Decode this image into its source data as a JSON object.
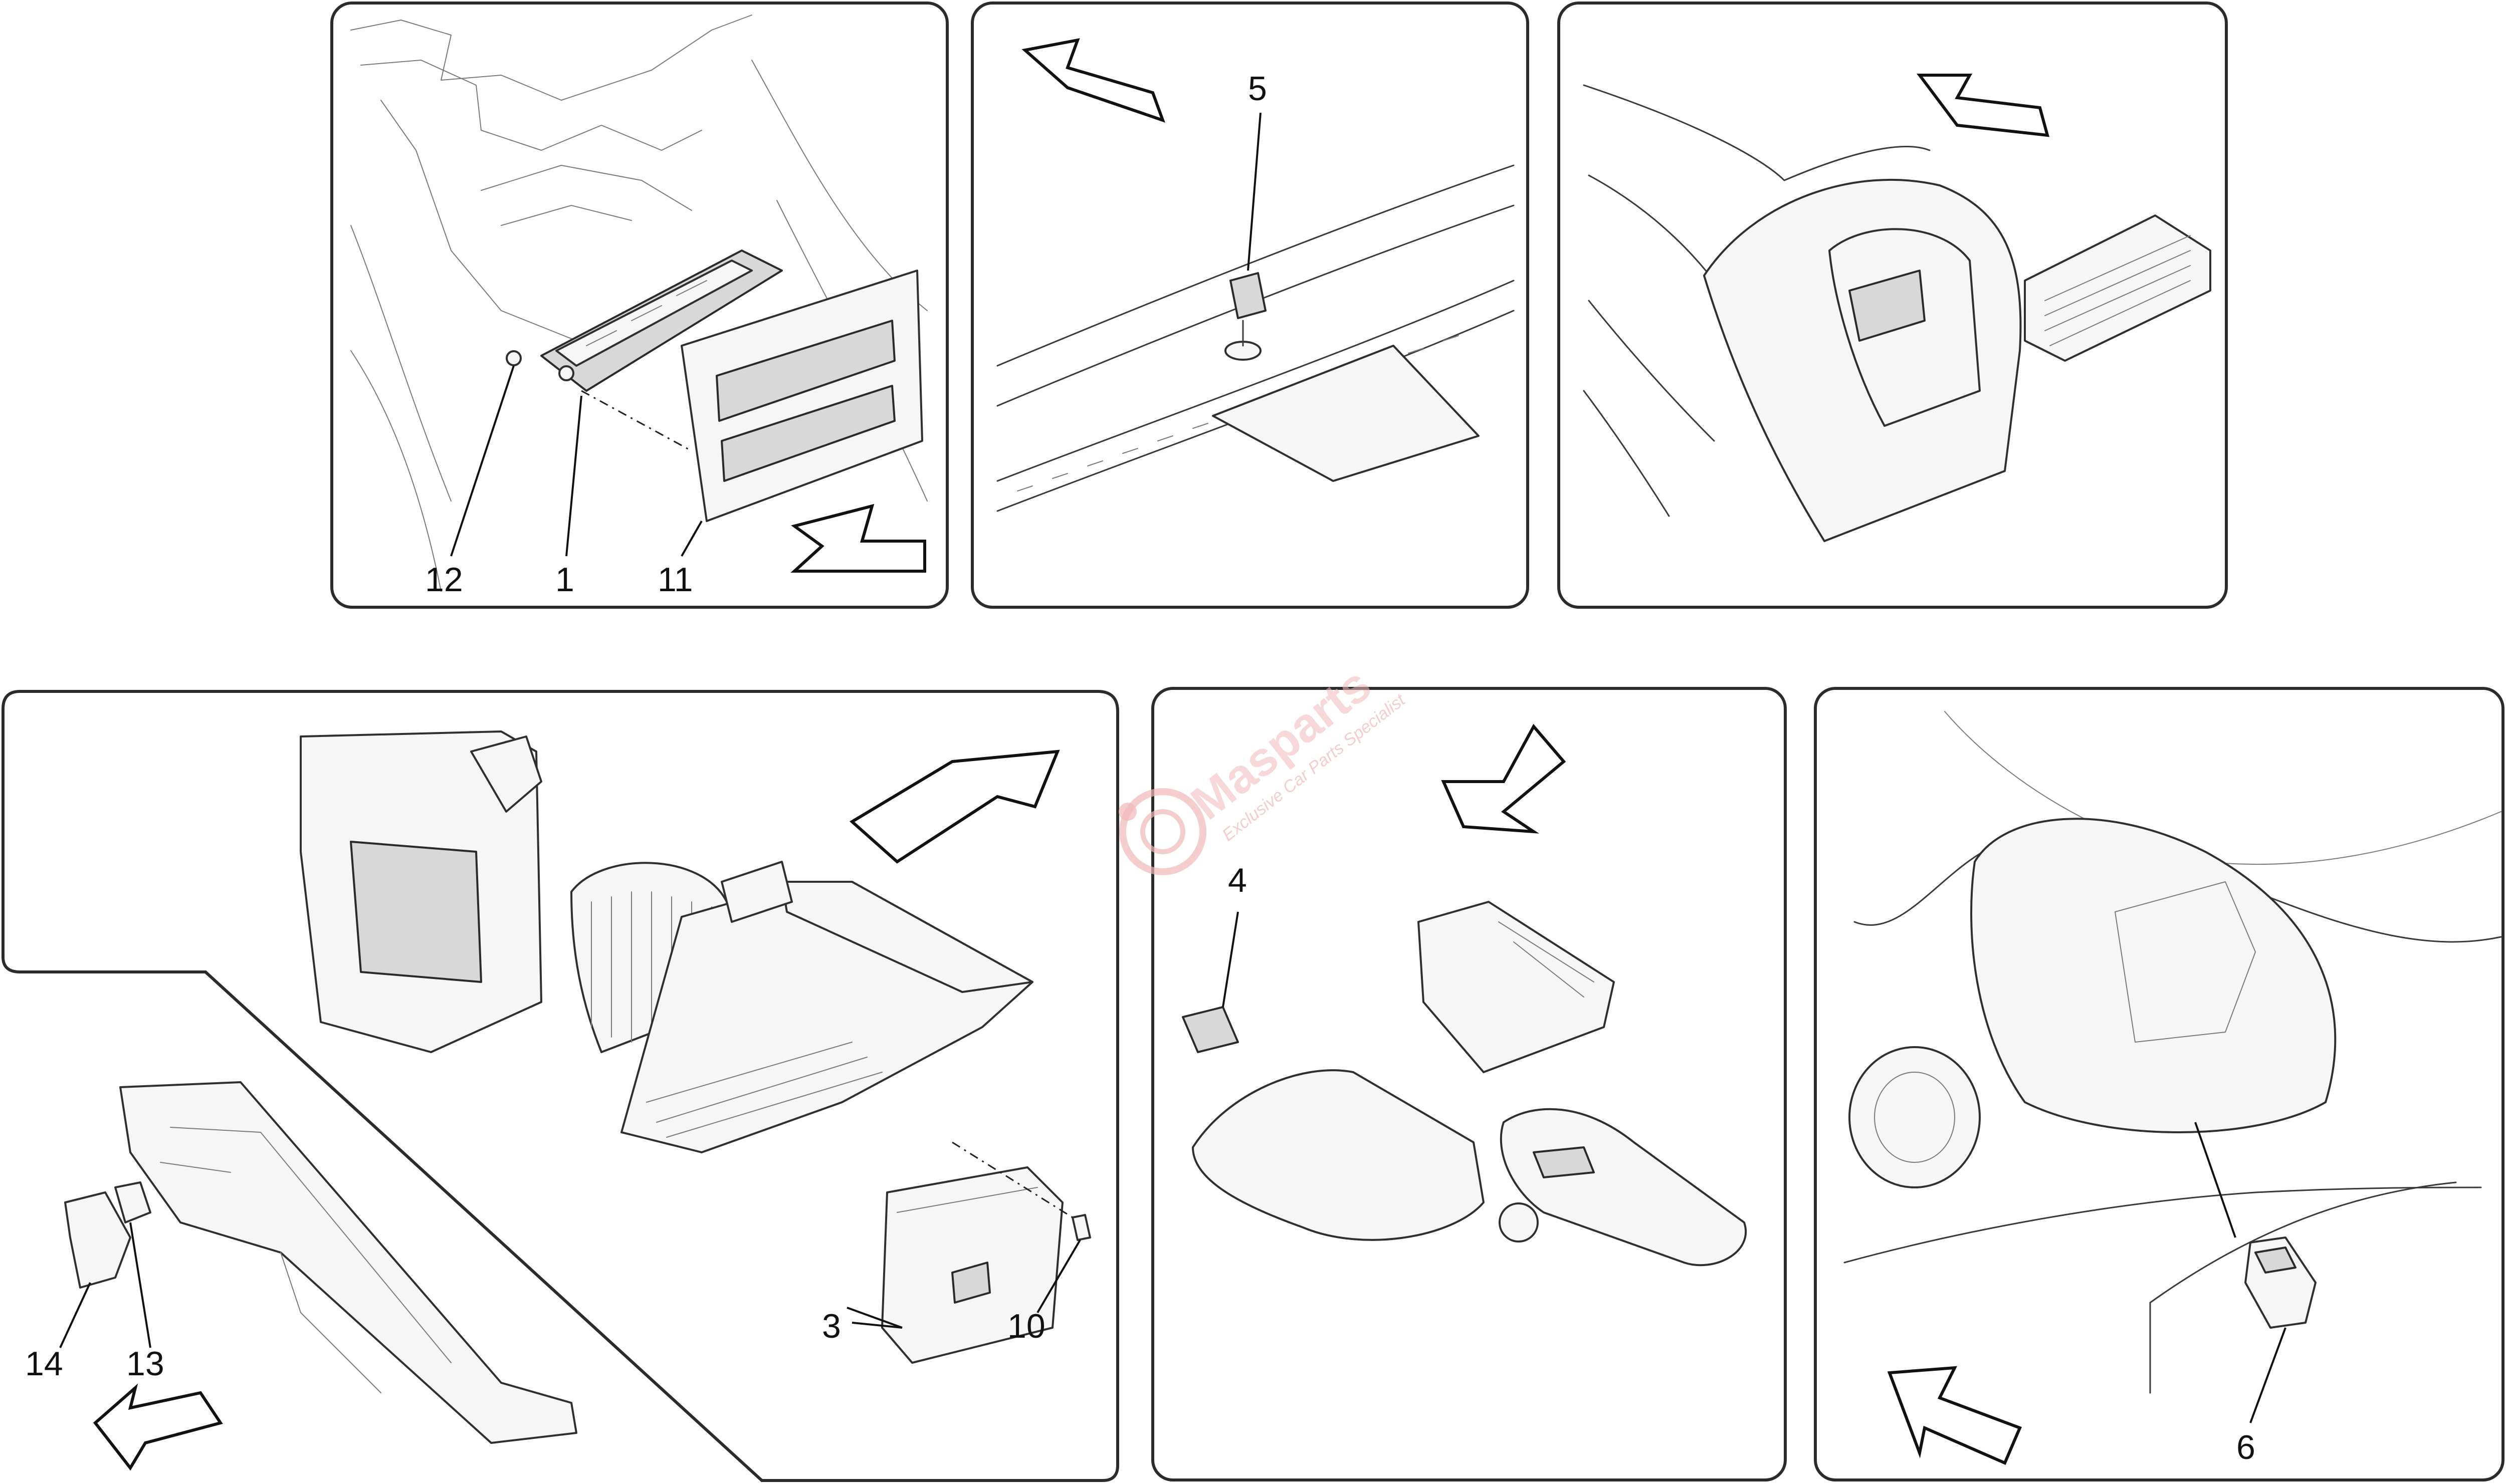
{
  "watermark": {
    "brand": "Masparts",
    "tagline": "Exclusive Car Parts Specialist",
    "color": "#e04040"
  },
  "callouts": {
    "p1": [
      "12",
      "1",
      "11"
    ],
    "p2": [
      "5"
    ],
    "p4": [
      "14",
      "13",
      "3",
      "10"
    ],
    "p5": [
      "4"
    ],
    "p6": [
      "6"
    ]
  }
}
